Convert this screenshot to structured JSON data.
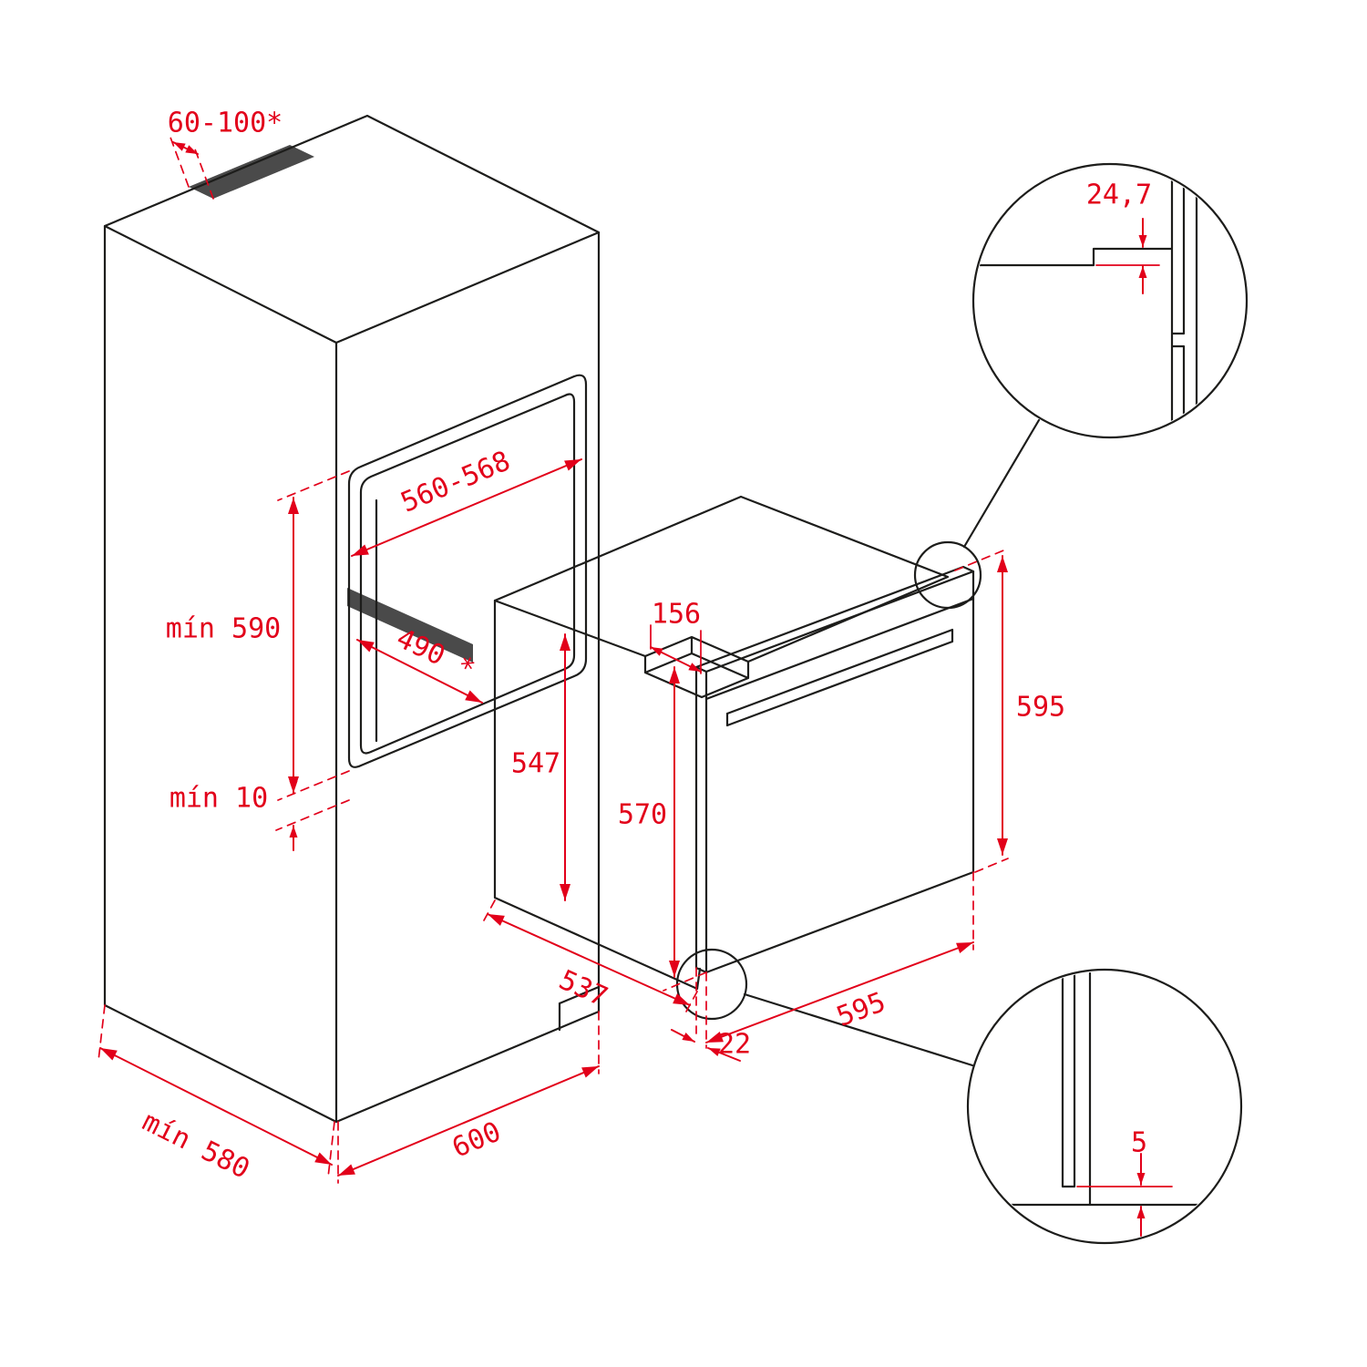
{
  "diagram": {
    "title": "Built-in oven installation diagram",
    "units": "mm",
    "colors": {
      "dimension": "#e2001a",
      "linework": "#1d1d1b",
      "shading": "#4a4a4a",
      "background": "#ffffff"
    },
    "labels": {
      "vent_width": "60-100*",
      "niche_width": "560-568",
      "niche_height_min": "mín 590",
      "niche_depth": "490 *",
      "bottom_clearance_min": "mín 10",
      "cabinet_depth_min": "mín 580",
      "cabinet_width": "600",
      "oven_depth": "537",
      "oven_body_height": "547",
      "oven_front_height": "570",
      "top_recess": "156",
      "door_width": "595",
      "door_height": "595",
      "door_thickness": "22",
      "detail_top_offset": "24,7",
      "detail_bottom_gap": "5"
    }
  }
}
